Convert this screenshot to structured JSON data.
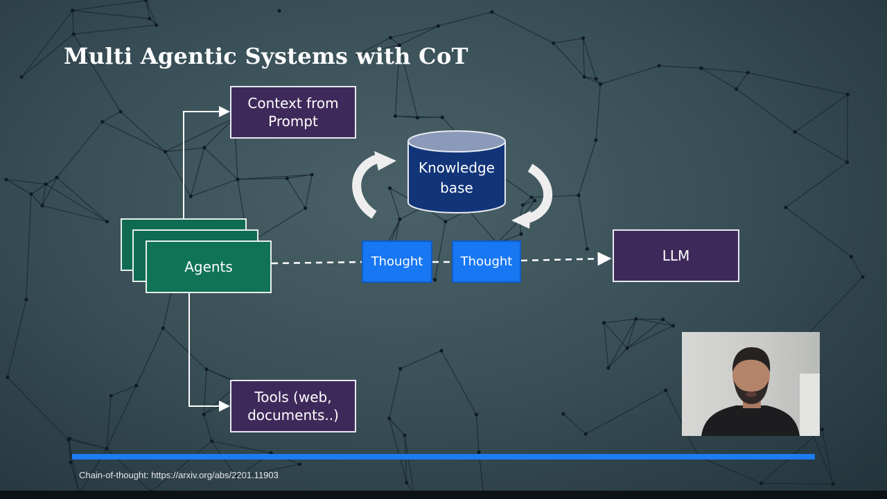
{
  "slide": {
    "title": "Multi Agentic Systems with CoT",
    "nodes": {
      "context": "Context from Prompt",
      "knowledge_base": "Knowledge base",
      "agents": "Agents",
      "thought_1": "Thought",
      "thought_2": "Thought",
      "llm": "LLM",
      "tools": "Tools (web, documents..)"
    },
    "footnote": "Chain-of-thought: https://arxiv.org/abs/2201.11903"
  },
  "colors": {
    "background": "#3a5058",
    "purple_box": "#3e2a5a",
    "green_box": "#107356",
    "thought_box": "#1877f2",
    "cylinder": "#12357a",
    "accent_bar": "#1b7cf3"
  },
  "icons": [
    "curved-arrow-icon",
    "database-cylinder-icon"
  ]
}
